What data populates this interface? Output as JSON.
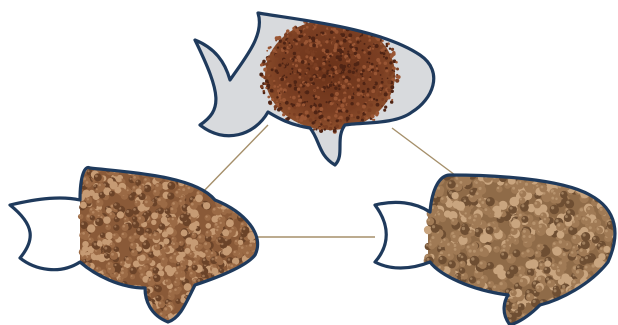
{
  "image": {
    "subject": "fish-feed-pellets-in-fish-silhouettes",
    "background_color": "#ffffff",
    "outline_color": "#1f3a5c",
    "connector_color": "#a58f6a",
    "fish": [
      {
        "id": "top",
        "pellet": "fine-granules",
        "pellet_base_color": "#7a3e22",
        "pellet_dark_color": "#4f2414",
        "pellet_light_color": "#9a5634",
        "body_tint": "#d8dadd"
      },
      {
        "id": "left",
        "pellet": "small-round-pellets",
        "pellet_base_color": "#9b6a45",
        "pellet_dark_color": "#6b4328",
        "pellet_light_color": "#c69b74",
        "body_tint": "#ffffff"
      },
      {
        "id": "right",
        "pellet": "medium-round-pellets",
        "pellet_base_color": "#a07a55",
        "pellet_dark_color": "#6e4e32",
        "pellet_light_color": "#c9a57f",
        "body_tint": "#ffffff"
      }
    ]
  }
}
